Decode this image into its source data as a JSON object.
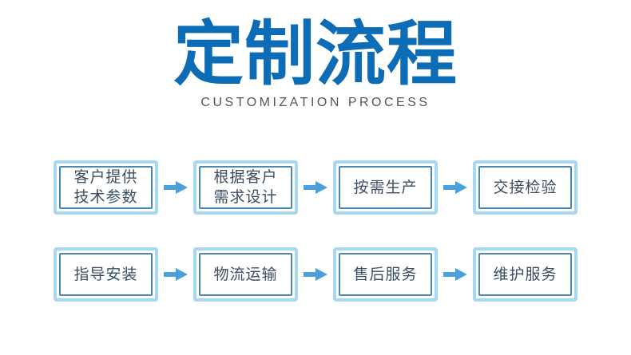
{
  "page": {
    "title": "定制流程",
    "subtitle": "CUSTOMIZATION PROCESS"
  },
  "colors": {
    "background": "#ffffff",
    "title_blue": "#0d6cb6",
    "subtitle_gray": "#555555",
    "box_border_outer": "#a6d7f3",
    "box_border_inner": "#4e86b6",
    "box_text": "#3a4e63",
    "arrow_blue": "#49a0dc"
  },
  "icons": {
    "arrow": "arrow-right-icon"
  },
  "flow": {
    "rows": [
      {
        "steps": [
          {
            "lines": [
              "客户提供",
              "技术参数"
            ]
          },
          {
            "lines": [
              "根据客户",
              "需求设计"
            ]
          },
          {
            "lines": [
              "按需生产"
            ]
          },
          {
            "lines": [
              "交接检验"
            ]
          }
        ]
      },
      {
        "steps": [
          {
            "lines": [
              "指导安装"
            ]
          },
          {
            "lines": [
              "物流运输"
            ]
          },
          {
            "lines": [
              "售后服务"
            ]
          },
          {
            "lines": [
              "维护服务"
            ]
          }
        ]
      }
    ]
  }
}
